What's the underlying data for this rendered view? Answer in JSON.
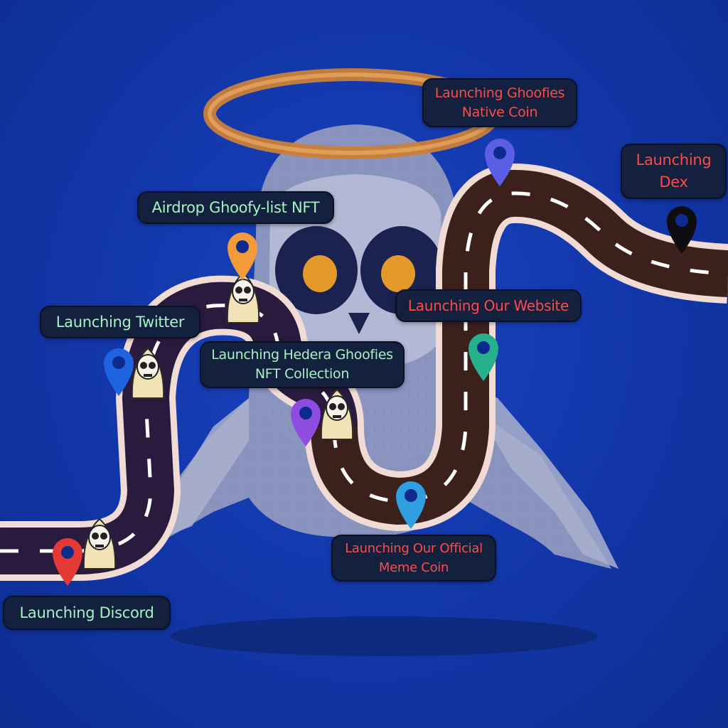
{
  "milestones": [
    {
      "id": "discord",
      "lines": [
        "Launching Discord"
      ],
      "tone": "green",
      "pin_color": "#e53935"
    },
    {
      "id": "twitter",
      "lines": [
        "Launching Twitter"
      ],
      "tone": "green",
      "pin_color": "#1e63e0"
    },
    {
      "id": "airdrop",
      "lines": [
        "Airdrop Ghoofy-list NFT"
      ],
      "tone": "green",
      "pin_color": "#f39a3a"
    },
    {
      "id": "hedera-nft",
      "lines": [
        "Launching Hedera Ghoofies",
        "NFT Collection"
      ],
      "tone": "green",
      "pin_color": "#8e4ce0"
    },
    {
      "id": "meme-coin",
      "lines": [
        "Launching Our Official",
        "Meme Coin"
      ],
      "tone": "red",
      "pin_color": "#2f9fe0"
    },
    {
      "id": "website",
      "lines": [
        "Launching Our Website"
      ],
      "tone": "red",
      "pin_color": "#26b08c"
    },
    {
      "id": "native-coin",
      "lines": [
        "Launching Ghoofies",
        "Native Coin"
      ],
      "tone": "red",
      "pin_color": "#5a5fe6"
    },
    {
      "id": "dex",
      "lines": [
        "Launching",
        "Dex"
      ],
      "tone": "red",
      "pin_color": "#0d0d12"
    }
  ],
  "colors": {
    "background": "#1236a8",
    "road_past": "#2a1c3d",
    "road_future": "#3a1f1a",
    "road_border": "#f3dcd6",
    "halo": "#d08a40",
    "ghost_body": "#9aa3c4"
  },
  "icons": [
    "map-pin-icon",
    "skull-ghost-mascot-icon",
    "halo-icon",
    "road-icon"
  ]
}
